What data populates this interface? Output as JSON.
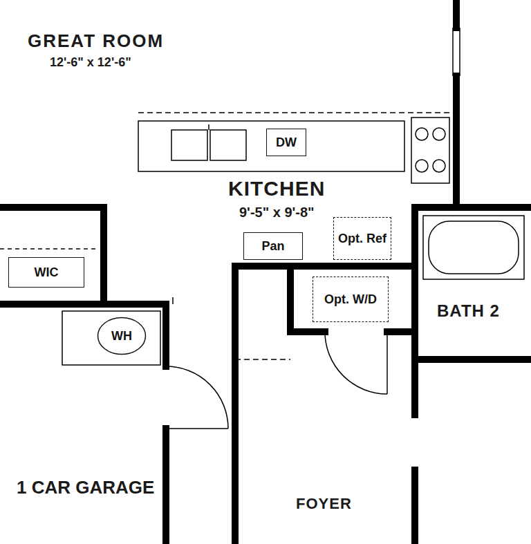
{
  "diagram": {
    "nodes": [
      {
        "text": [
          "DW"
        ]
      },
      {
        "text": [
          "Opt. Ref"
        ]
      },
      {
        "text": [
          "Pan"
        ]
      },
      {
        "text": [
          "WIC"
        ]
      },
      {
        "text": [
          "Opt. W/D"
        ]
      },
      {
        "text": [
          "WH"
        ]
      }
    ],
    "labels": [
      "GREAT ROOM",
      "12'-6\" x 12'-6\"",
      "KITCHEN",
      "9'-5\" x 9'-8\"",
      "BATH 2",
      "1 CAR GARAGE",
      "FOYER"
    ]
  }
}
